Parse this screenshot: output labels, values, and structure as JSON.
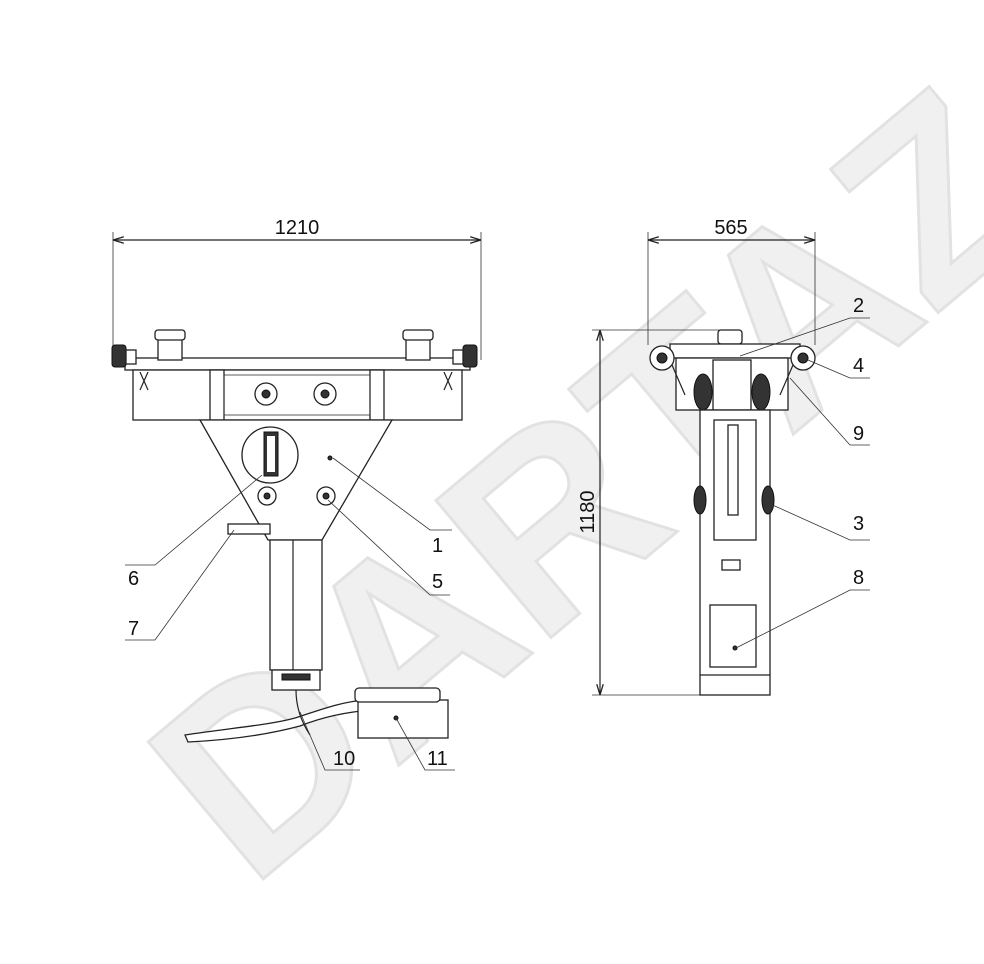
{
  "watermark": "DARTAZ",
  "dimensions": {
    "width_front": "1210",
    "width_side": "565",
    "height": "1180"
  },
  "callouts": [
    "1",
    "2",
    "3",
    "4",
    "5",
    "6",
    "7",
    "8",
    "9",
    "10",
    "11"
  ]
}
